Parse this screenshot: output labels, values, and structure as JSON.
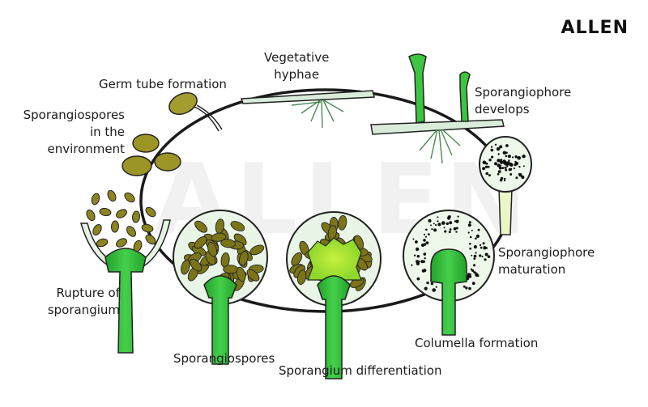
{
  "brand": "ALLEN",
  "watermark": "ALLEN",
  "labels": {
    "vegetative_hyphae": [
      "Vegetative",
      "hyphae"
    ],
    "germ_tube": "Germ tube formation",
    "spores_env": [
      "Sporangiospores",
      "in the",
      "environment"
    ],
    "sporangiophore_develops": [
      "Sporangiophore",
      "develops"
    ],
    "sporangiophore_maturation": [
      "Sporangiophore",
      "maturation"
    ],
    "rupture": [
      "Rupture of",
      "sporangium"
    ],
    "sporangiospores": "Sporangiospores",
    "differentiation": "Sporangium differentiation",
    "columella": "Columella formation"
  },
  "colors": {
    "stalk": "#3cc540",
    "stalk_dark": "#1f8a26",
    "hypha": "#d7ebd7",
    "spore": "#7a7318",
    "spore_light": "#a8a23a",
    "sac_fill": "#eaf6e8",
    "outline": "#1e1e1e"
  }
}
